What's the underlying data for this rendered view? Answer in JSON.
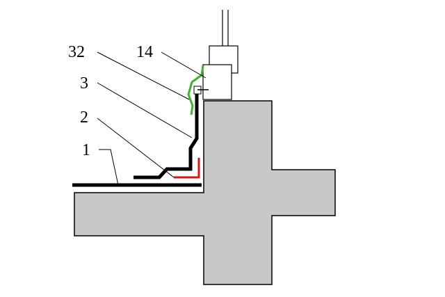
{
  "labels": {
    "label_32": "32",
    "label_14": "14",
    "label_3": "3",
    "label_2": "2",
    "label_1": "1"
  },
  "colors": {
    "background": "#ffffff",
    "cross_fill": "#c8c8c8",
    "outline": "#000000",
    "strip_black": "#000000",
    "strip_green": "#3cb52a",
    "strip_red": "#e01010"
  }
}
